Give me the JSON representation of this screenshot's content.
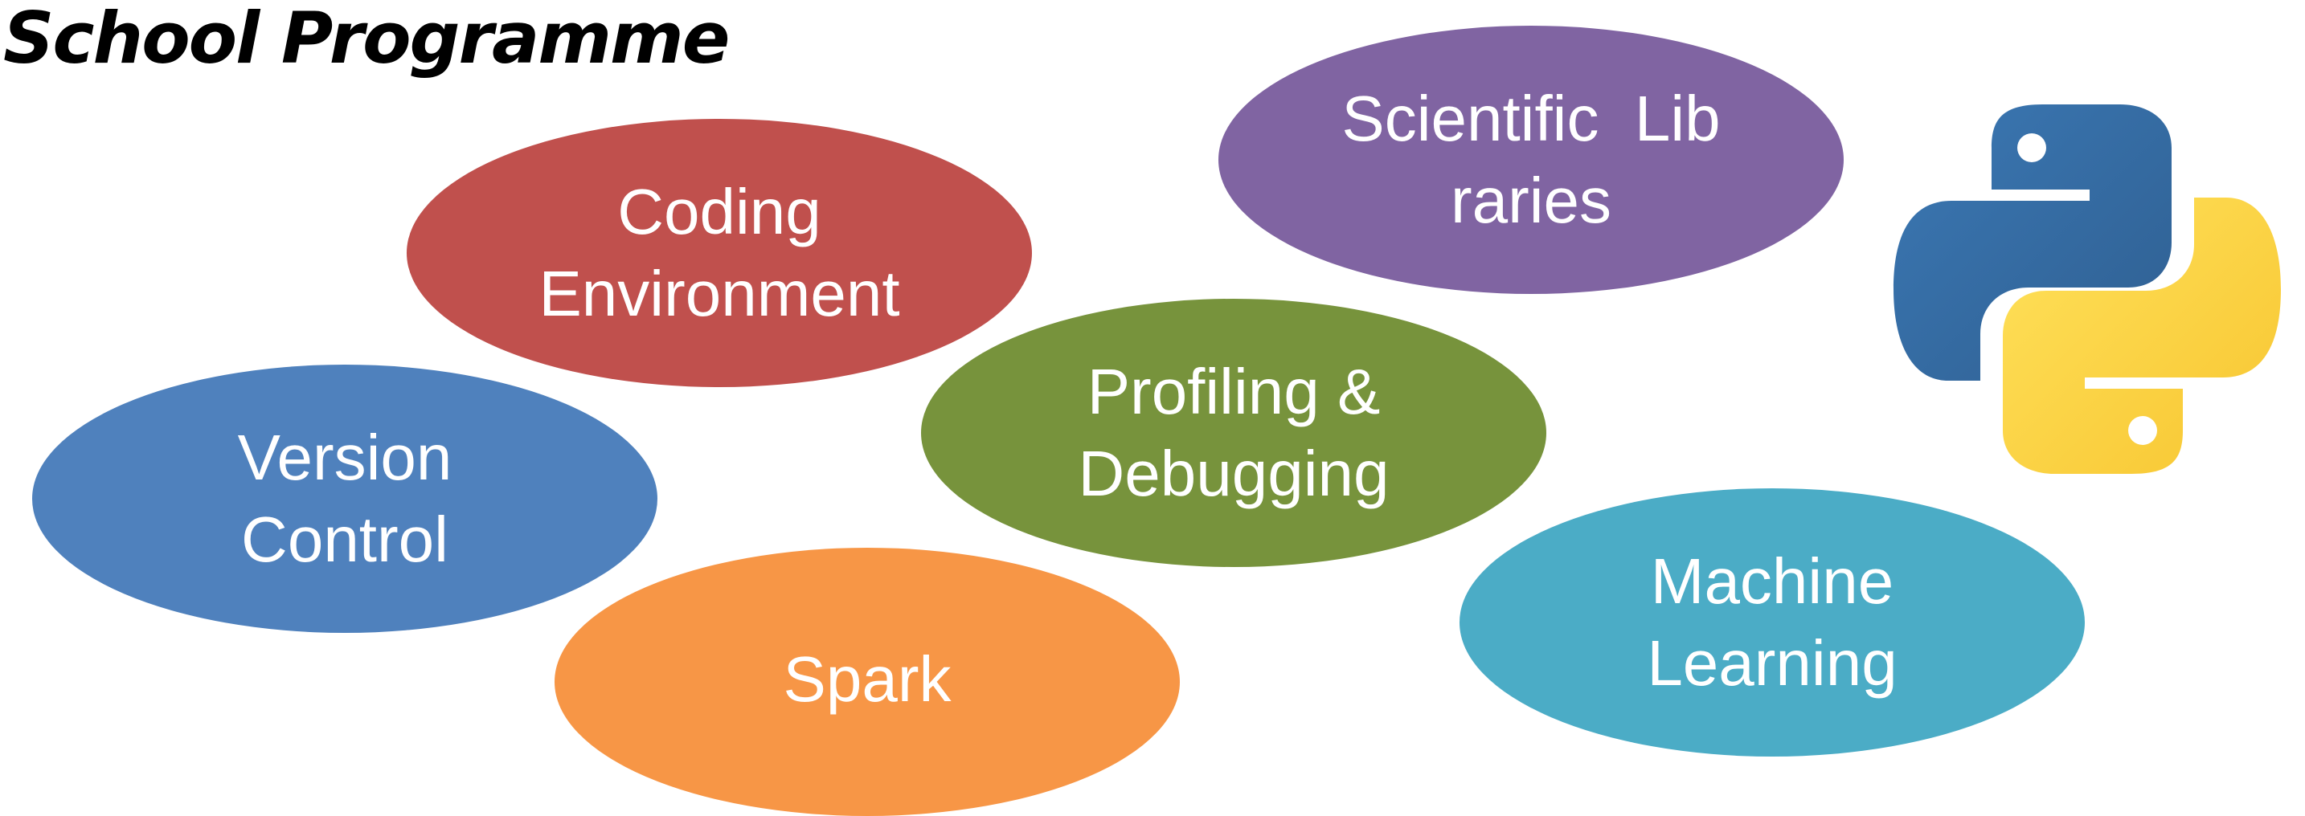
{
  "title": "School Programme",
  "topics": [
    {
      "id": "coding",
      "lines": [
        "Coding",
        "Environment"
      ],
      "color": "#c0504d"
    },
    {
      "id": "scientific",
      "lines": [
        "Scientific  Lib",
        "raries"
      ],
      "color": "#8064a2"
    },
    {
      "id": "profiling",
      "lines": [
        "Profiling &",
        "Debugging"
      ],
      "color": "#77933c"
    },
    {
      "id": "version",
      "lines": [
        "Version",
        "Control"
      ],
      "color": "#4f81bd"
    },
    {
      "id": "spark",
      "lines": [
        "Spark"
      ],
      "color": "#f79646"
    },
    {
      "id": "ml",
      "lines": [
        "Machine",
        "Learning"
      ],
      "color": "#4bacc6"
    }
  ],
  "logo": {
    "icon": "python-logo-icon",
    "colors": {
      "blue": "#3a6fa6",
      "yellow": "#ffd43b"
    }
  }
}
